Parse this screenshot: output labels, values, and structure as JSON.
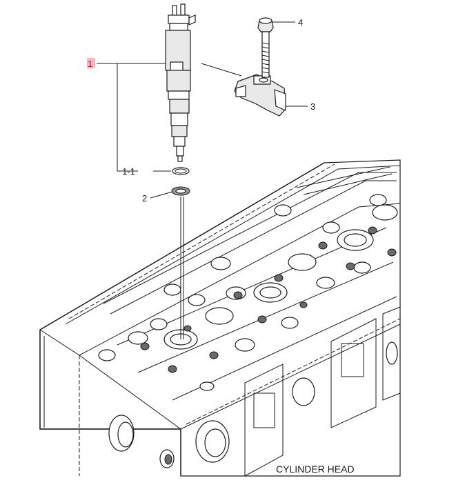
{
  "callouts": {
    "injector": "1",
    "o_ring": "1-1",
    "washer": "2",
    "clamp": "3",
    "bolt": "4"
  },
  "caption": "CYLINDER HEAD",
  "colors": {
    "line": "#1a1a1a",
    "highlight_bg": "#f4b8c0",
    "highlight_text": "#c8102e",
    "metal_light": "#e9e9e9",
    "metal_dark": "#6a6a6a"
  }
}
